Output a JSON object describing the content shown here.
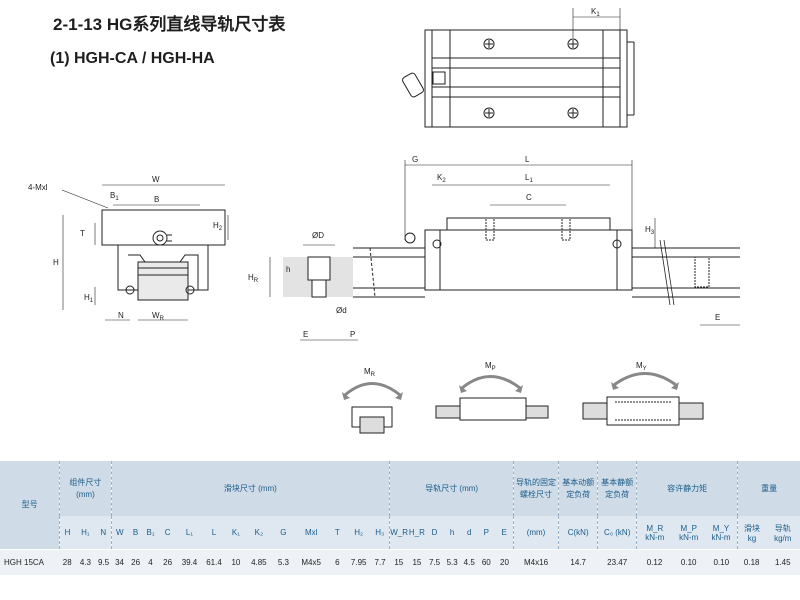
{
  "title": "2-1-13 HG系列直线导轨尺寸表",
  "subtitle": "(1) HGH-CA / HGH-HA",
  "drawing_labels": {
    "k1": "K",
    "k1_sub": "1",
    "w": "W",
    "b": "B",
    "b1": "B",
    "b1_sub": "1",
    "mxl": "4-Mxl",
    "t": "T",
    "h": "H",
    "h1": "H",
    "h1_sub": "1",
    "h2": "H",
    "h2_sub": "2",
    "n": "N",
    "wr": "W",
    "wr_sub": "R",
    "od": "ØD",
    "small_h": "h",
    "hr": "H",
    "hr_sub": "R",
    "d": "Ød",
    "e": "E",
    "p": "P",
    "g": "G",
    "l": "L",
    "k2": "K",
    "k2_sub": "2",
    "l1": "L",
    "l1_sub": "1",
    "c": "C",
    "h3": "H",
    "h3_sub": "3",
    "e2": "E",
    "mr": "M",
    "mr_sub": "R",
    "mp": "M",
    "mp_sub": "P",
    "my": "M",
    "my_sub": "Y"
  },
  "table": {
    "group_headers": {
      "model": "型号",
      "assembly": "组件尺寸 (mm)",
      "block": "滑块尺寸 (mm)",
      "rail": "导轨尺寸 (mm)",
      "bolt": "导轨的固定螺栓尺寸",
      "dyn": "基本动额定负荷",
      "stat": "基本静额定负荷",
      "moment": "容许静力矩",
      "weight": "重量"
    },
    "sub_headers": {
      "assembly": [
        "H",
        "H₁",
        "N"
      ],
      "block": [
        "W",
        "B",
        "B₁",
        "C",
        "L₁",
        "L",
        "K₁",
        "K₂",
        "G",
        "Mxl",
        "T",
        "H₂",
        "H₃"
      ],
      "rail": [
        "W_R",
        "H_R",
        "D",
        "h",
        "d",
        "P",
        "E"
      ],
      "bolt": "(mm)",
      "dyn": "C(kN)",
      "stat": "C₀ (kN)",
      "moment_names": [
        "M_R",
        "M_P",
        "M_Y"
      ],
      "moment_units": [
        "kN-m",
        "kN-m",
        "kN-m"
      ],
      "weight_names": [
        "滑块",
        "导轨"
      ],
      "weight_units": [
        "kg",
        "kg/m"
      ]
    },
    "rows": [
      {
        "model": "HGH 15CA",
        "values": [
          "28",
          "4.3",
          "9.5",
          "34",
          "26",
          "4",
          "26",
          "39.4",
          "61.4",
          "10",
          "4.85",
          "5.3",
          "M4x5",
          "6",
          "7.95",
          "7.7",
          "15",
          "15",
          "7.5",
          "5.3",
          "4.5",
          "60",
          "20",
          "M4x16",
          "14.7",
          "23.47",
          "0.12",
          "0.10",
          "0.10",
          "0.18",
          "1.45"
        ]
      }
    ]
  },
  "colors": {
    "header_dark": "#cfdbe6",
    "header_light": "#dfe8f0",
    "row_bg": "#eef2f6",
    "header_text": "#1b5d8c",
    "rail_fill": "#e3e3e3"
  }
}
